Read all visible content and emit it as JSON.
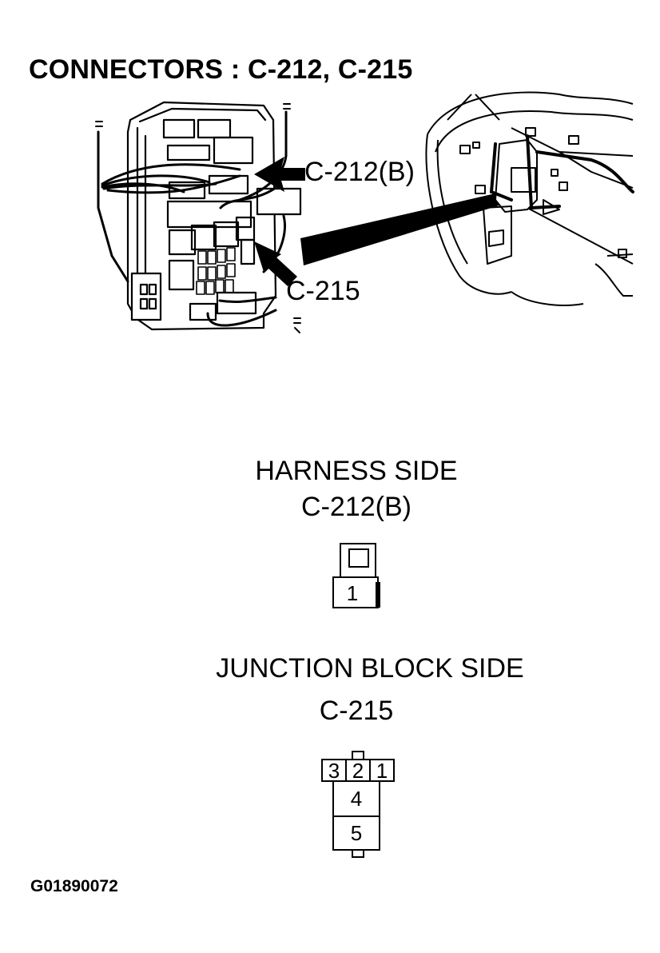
{
  "title": "CONNECTORS : C-212, C-215",
  "callouts": {
    "c212": "C-212(B)",
    "c215": "C-215"
  },
  "harness": {
    "heading": "HARNESS SIDE",
    "code": "C-212(B)",
    "pins": [
      "1"
    ]
  },
  "junction": {
    "heading": "JUNCTION BLOCK SIDE",
    "code": "C-215",
    "pins": [
      "3",
      "2",
      "1",
      "4",
      "5"
    ]
  },
  "figure_id": "G01890072"
}
